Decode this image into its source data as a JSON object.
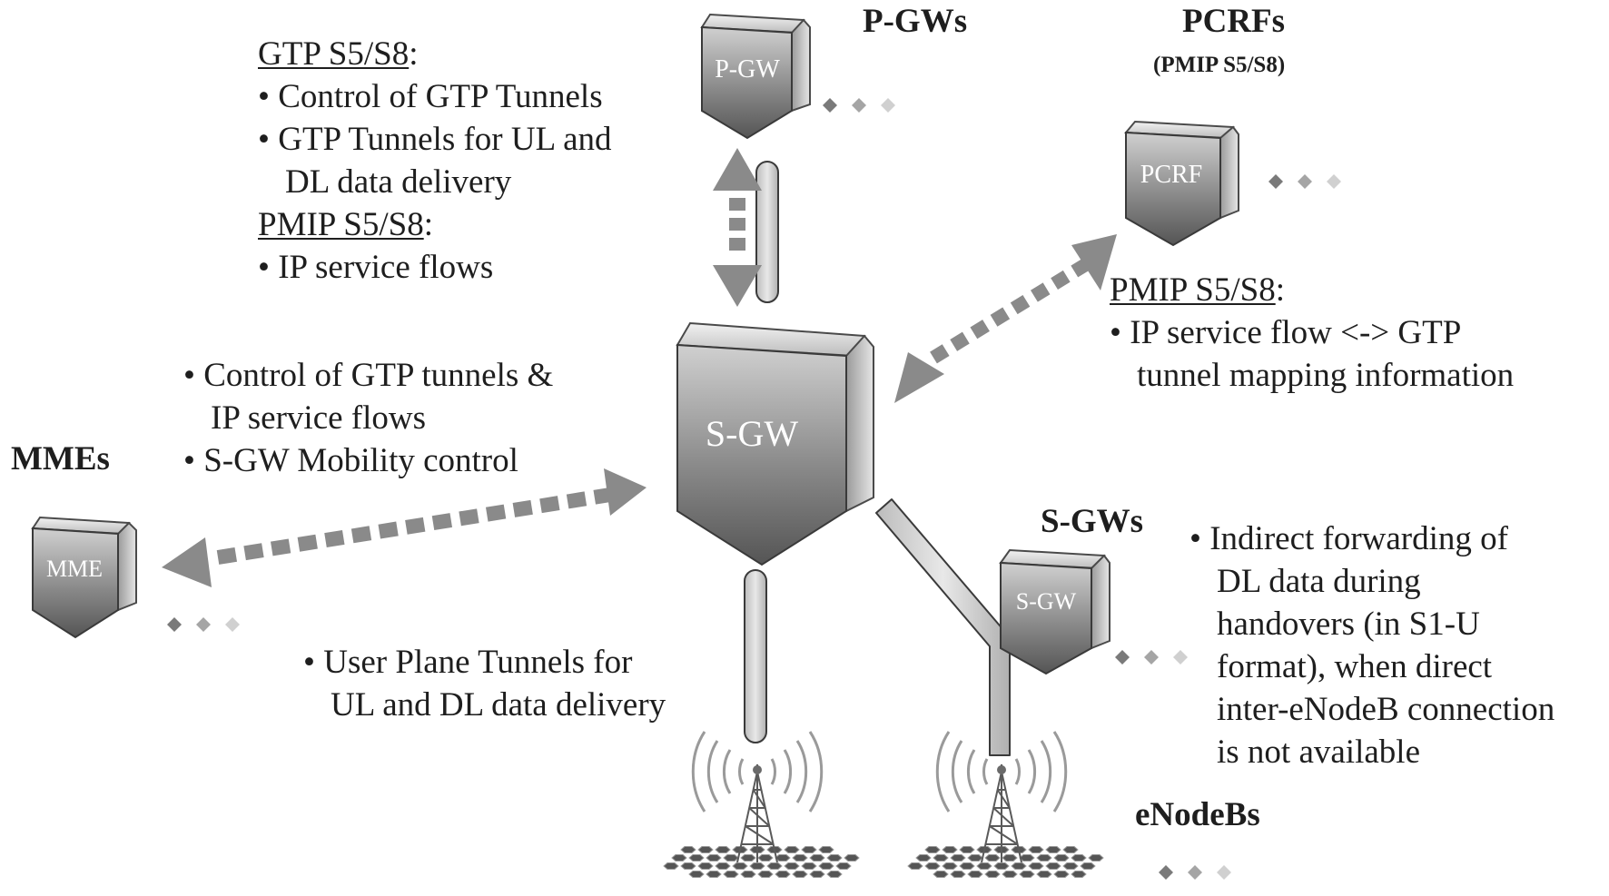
{
  "colors": {
    "text": "#1e1e1e",
    "arrow": "#8a8a8a",
    "node_dark": "#5e5e5e",
    "node_light": "#d8d8d8",
    "pipe": "#d4d4d4"
  },
  "nodes": {
    "sgw_main": "S-GW",
    "pgw": "P-GW",
    "pcrf": "PCRF",
    "mme": "MME",
    "sgw_small": "S-GW"
  },
  "groups": {
    "pgws": "P-GWs",
    "pcrfs": "PCRFs",
    "pcrfs_sub": "(PMIP S5/S8)",
    "mmes": "MMEs",
    "sgws": "S-GWs",
    "enodebs": "eNodeBs"
  },
  "notes": {
    "s5s8": {
      "gtp_heading": "GTP S5/S8",
      "gtp_items": [
        "Control of GTP Tunnels",
        "GTP Tunnels for UL and",
        "DL data delivery"
      ],
      "pmip_heading": "PMIP S5/S8",
      "pmip_items": [
        "IP service flows"
      ]
    },
    "pcrf": {
      "heading": "PMIP S5/S8",
      "items": [
        "IP service flow <-> GTP",
        "tunnel mapping information"
      ]
    },
    "mme": {
      "items": [
        "Control of GTP tunnels &",
        "IP service flows",
        "S-GW Mobility control"
      ]
    },
    "s1u": {
      "items": [
        "User Plane Tunnels for",
        "UL and DL data delivery"
      ]
    },
    "s11": {
      "items": [
        "Indirect forwarding of",
        "DL data during",
        "handovers (in S1-U",
        "format), when direct",
        "inter-eNodeB connection",
        "is not available"
      ]
    }
  },
  "icons": [
    "bullet-icon",
    "ellipsis-diamonds-icon",
    "antenna-tower-icon",
    "hexagon-cell-grid-icon",
    "dotted-double-arrow-icon",
    "pipe-link-icon",
    "network-node-icon"
  ]
}
